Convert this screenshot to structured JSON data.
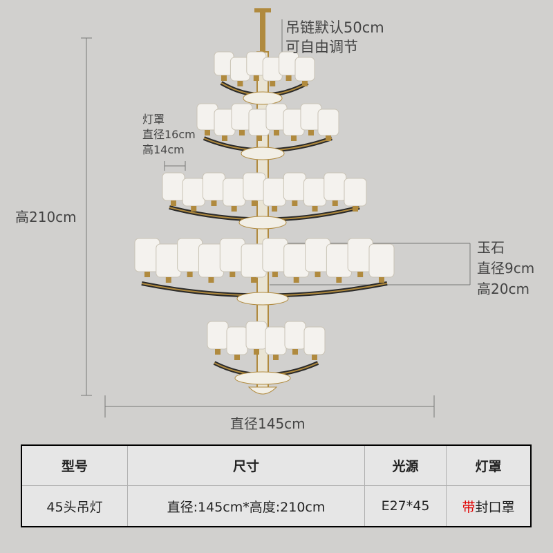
{
  "annotations": {
    "chain": [
      "吊链默认50cm",
      "可自由调节"
    ],
    "shade": [
      "灯罩",
      "直径16cm",
      "高14cm"
    ],
    "jade": [
      "玉石",
      "直径9cm",
      "高20cm"
    ],
    "height": "高210cm",
    "diameter": "直径145cm"
  },
  "spec_table": {
    "headers": [
      "型号",
      "尺寸",
      "光源",
      "灯罩"
    ],
    "row": {
      "model": "45头吊灯",
      "size": "直径:145cm*高度:210cm",
      "light_source": "E27*45",
      "shade_prefix": "带",
      "shade_rest": "封口罩"
    }
  },
  "colors": {
    "background": "#d1d0ce",
    "table_bg": "#e6e6e6",
    "highlight": "#e00000",
    "brass": "#b08a3e"
  }
}
